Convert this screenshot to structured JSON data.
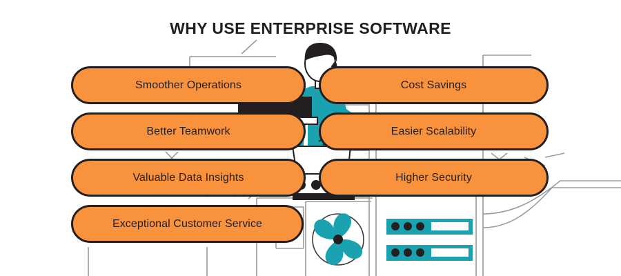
{
  "title": "WHY USE ENTERPRISE SOFTWARE",
  "colors": {
    "orange": "#f8923c",
    "teal": "#1aa2b0",
    "outline": "#231f20",
    "line_art": "#9a9a9a",
    "background": "#ffffff"
  },
  "benefits": {
    "left_column": [
      {
        "label": "Smoother Operations"
      },
      {
        "label": "Better Teamwork"
      },
      {
        "label": "Valuable Data Insights"
      },
      {
        "label": "Exceptional Customer Service"
      }
    ],
    "right_column": [
      {
        "label": "Cost Savings"
      },
      {
        "label": "Easier Scalability"
      },
      {
        "label": "Higher Security"
      }
    ]
  },
  "illustration": {
    "person_icon": "person-with-laptop-illustration",
    "server_rack_icon": "server-rack-illustration",
    "fan_icon": "cooling-fan-icon",
    "laptop_icon": "laptop-icon"
  }
}
